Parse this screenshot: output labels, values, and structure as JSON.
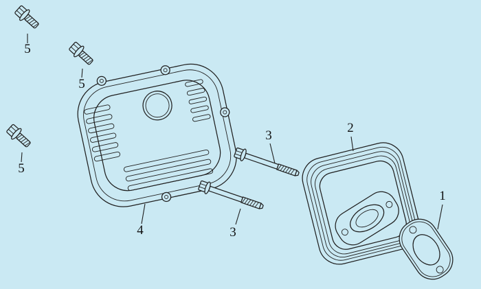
{
  "colors": {
    "background": "#cae9f3",
    "line": "#1f1f1f",
    "label": "#101010"
  },
  "callouts": [
    {
      "label": "5"
    },
    {
      "label": "5"
    },
    {
      "label": "5"
    },
    {
      "label": "4"
    },
    {
      "label": "3"
    },
    {
      "label": "3"
    },
    {
      "label": "2"
    },
    {
      "label": "1"
    }
  ]
}
